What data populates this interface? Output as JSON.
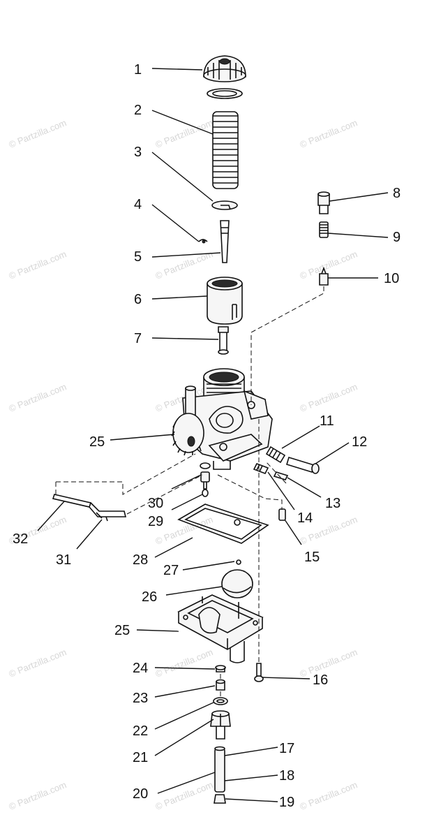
{
  "watermark": "© Partzilla.com",
  "callouts": [
    {
      "id": "1",
      "text": "1"
    },
    {
      "id": "2",
      "text": "2"
    },
    {
      "id": "3",
      "text": "3"
    },
    {
      "id": "4",
      "text": "4"
    },
    {
      "id": "5",
      "text": "5"
    },
    {
      "id": "6",
      "text": "6"
    },
    {
      "id": "7",
      "text": "7"
    },
    {
      "id": "8",
      "text": "8"
    },
    {
      "id": "9",
      "text": "9"
    },
    {
      "id": "10",
      "text": "10"
    },
    {
      "id": "11",
      "text": "11"
    },
    {
      "id": "12",
      "text": "12"
    },
    {
      "id": "13",
      "text": "13"
    },
    {
      "id": "14",
      "text": "14"
    },
    {
      "id": "15",
      "text": "15"
    },
    {
      "id": "16",
      "text": "16"
    },
    {
      "id": "17",
      "text": "17"
    },
    {
      "id": "18",
      "text": "18"
    },
    {
      "id": "19",
      "text": "19"
    },
    {
      "id": "20",
      "text": "20"
    },
    {
      "id": "21",
      "text": "21"
    },
    {
      "id": "22",
      "text": "22"
    },
    {
      "id": "23",
      "text": "23"
    },
    {
      "id": "24",
      "text": "24"
    },
    {
      "id": "25a",
      "text": "25"
    },
    {
      "id": "25b",
      "text": "25"
    },
    {
      "id": "26",
      "text": "26"
    },
    {
      "id": "27",
      "text": "27"
    },
    {
      "id": "28",
      "text": "28"
    },
    {
      "id": "29",
      "text": "29"
    },
    {
      "id": "30",
      "text": "30"
    },
    {
      "id": "31",
      "text": "31"
    },
    {
      "id": "32",
      "text": "32"
    }
  ]
}
